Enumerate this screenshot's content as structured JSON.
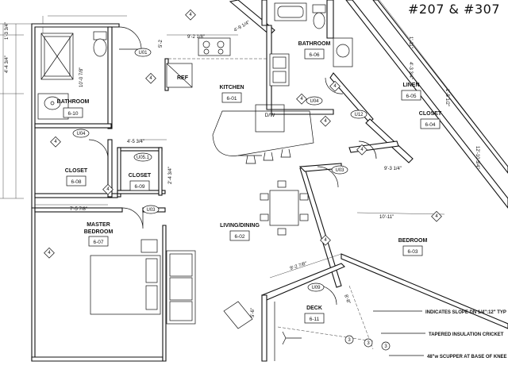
{
  "unit_title": "#207 & #307",
  "rooms": [
    {
      "key": "bath1",
      "name": "BATHROOM",
      "num": "6-10"
    },
    {
      "key": "bath2",
      "name": "BATHROOM",
      "num": "6-06"
    },
    {
      "key": "kitchen",
      "name": "KITCHEN",
      "num": "6-01"
    },
    {
      "key": "linen",
      "name": "LINEN",
      "num": "6-05"
    },
    {
      "key": "closet1",
      "name": "CLOSET",
      "num": "6-04"
    },
    {
      "key": "closet2",
      "name": "CLOSET",
      "num": "6-08"
    },
    {
      "key": "closet3",
      "name": "CLOSET",
      "num": "6-09"
    },
    {
      "key": "master",
      "name": "MASTER\nBEDROOM",
      "num": "6-07"
    },
    {
      "key": "living",
      "name": "LIVING/DINING",
      "num": "6-02"
    },
    {
      "key": "bedroom",
      "name": "BEDROOM",
      "num": "6-03"
    },
    {
      "key": "deck",
      "name": "DECK",
      "num": "6-11"
    }
  ],
  "fixtures": {
    "ref": "REF",
    "dw": "D/W"
  },
  "door_tags": [
    "U01",
    "U04",
    "U05.1",
    "U03",
    "U04",
    "U12",
    "U03",
    "U09"
  ],
  "dimensions": [
    "1'-3 3/4\"",
    "4'-4 3/4\"",
    "10'-0 7/8\"",
    "5'-2",
    "9'-2 1/8\"",
    "4'-9 1/4\"",
    "4'-5 3/4\"",
    "2'-4 3/4\"",
    "7'-5 7/8\"",
    "9'-2 7/8\"",
    "10'-11\"",
    "9'-3 1/4\"",
    "1'-11\"",
    "4'-3 3/4\"",
    "1'-5 1/2\"",
    "12'-10 3/4\"",
    "5'-6\"",
    "8'-8\""
  ],
  "notes": [
    "INDICATES SLOPE DN 1/4\":12\" TYP",
    "TAPERED INSULATION CRICKET",
    "48\"w SCUPPER AT BASE OF KNEE"
  ],
  "keynotes": [
    "4",
    "4",
    "4",
    "4",
    "4",
    "4",
    "4",
    "4",
    "4",
    "4",
    "4",
    "3",
    "3",
    "3"
  ]
}
